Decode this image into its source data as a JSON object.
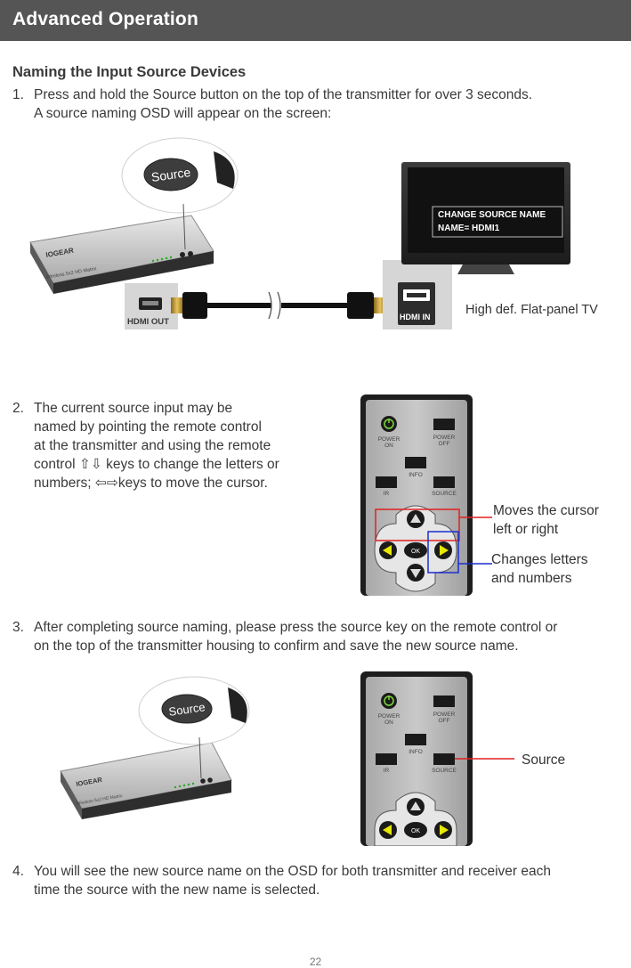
{
  "header": {
    "title": "Advanced Operation"
  },
  "section": {
    "title": "Naming the Input Source Devices"
  },
  "steps": [
    {
      "number": "1.",
      "lines": [
        "Press and hold the Source button on the top of the transmitter for over 3 seconds.",
        "A source naming OSD will appear on the screen:"
      ]
    },
    {
      "number": "2.",
      "lines": [
        "The current source input may be",
        "named by pointing the remote control",
        "at the transmitter and using the remote",
        "control ⇧⇩ keys to change the letters or",
        "numbers; ⇦⇨keys to move the cursor."
      ]
    },
    {
      "number": "3.",
      "lines": [
        "After completing source naming, please press the source key on the remote control or",
        "on the top of the transmitter housing to confirm and save the new source name."
      ]
    },
    {
      "number": "4.",
      "lines": [
        "You will see the new source name on the OSD for both transmitter and receiver each",
        "time the source with the new name is selected."
      ]
    }
  ],
  "figure1": {
    "source_button": "Source",
    "brand": "IOGEAR",
    "device_label": "Wireless 5x2 HD Matrix",
    "hdmi_out": "HDMI OUT",
    "hdmi_in": "HDMI IN",
    "tv_caption": "High def. Flat-panel TV",
    "osd": {
      "line1": "CHANGE  SOURCE NAME",
      "line2": "NAME= HDMI1"
    }
  },
  "remote": {
    "power_on": [
      "POWER",
      "ON"
    ],
    "power_off": [
      "POWER",
      "OFF"
    ],
    "info": "INFO",
    "ir": "IR",
    "source": "SOURCE",
    "ok": "OK"
  },
  "figure2": {
    "callout_cursor": [
      "Moves the cursor",
      "left or right"
    ],
    "callout_letters": [
      "Changes letters",
      "and numbers"
    ],
    "colors": {
      "cursor_line": "#e02020",
      "letters_line": "#1a2fcf"
    }
  },
  "figure3": {
    "source_button": "Source",
    "brand": "IOGEAR",
    "device_label": "Wireless 5x2 HD Matrix",
    "callout_source": "Source",
    "colors": {
      "source_line": "#e02020"
    }
  },
  "footer": {
    "page_number": "22"
  }
}
